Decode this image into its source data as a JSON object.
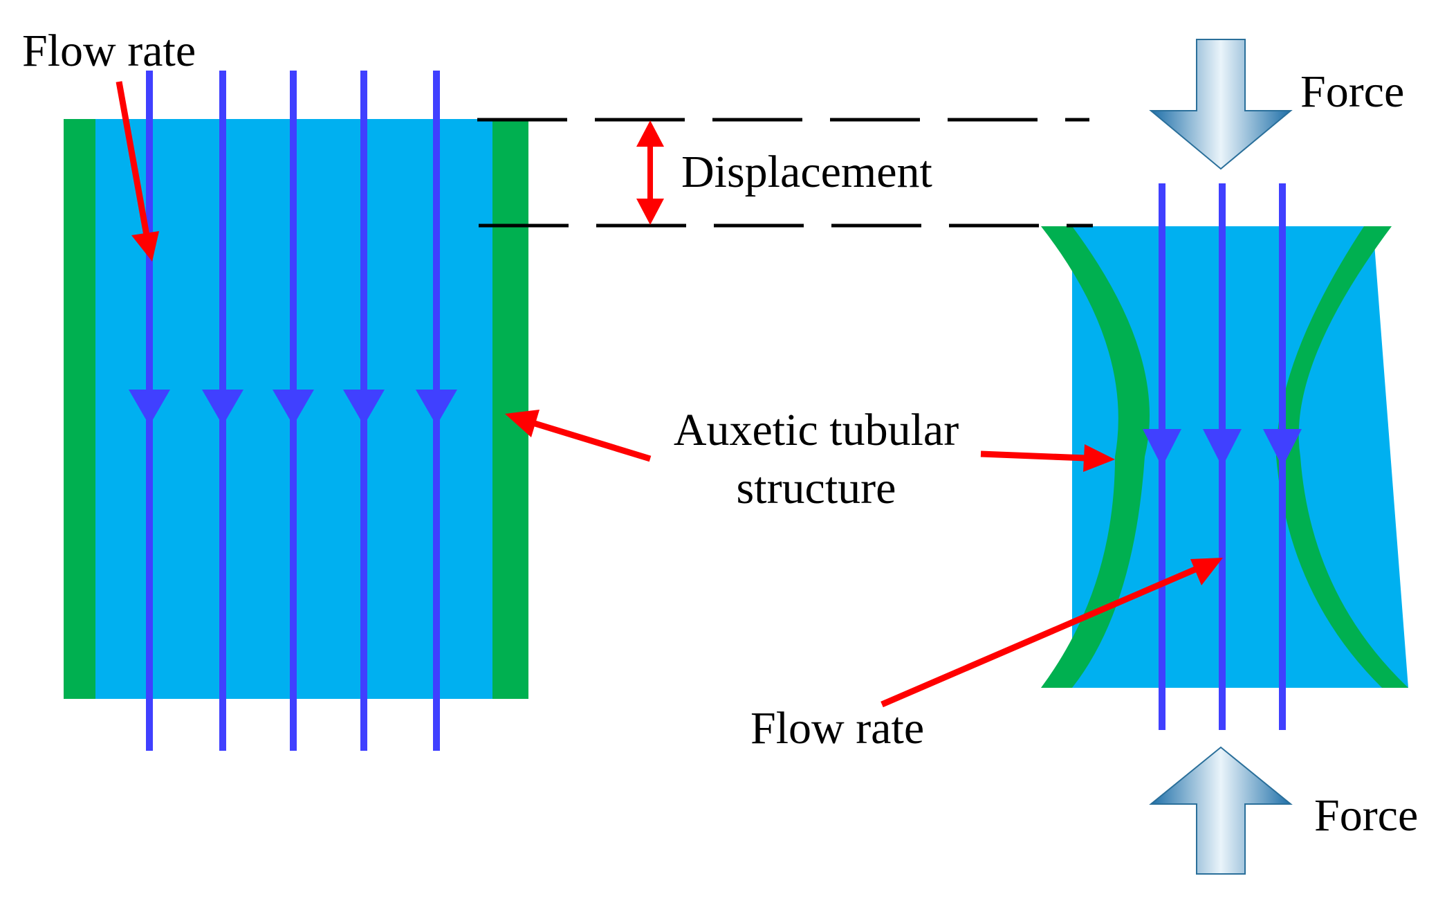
{
  "labels": {
    "flow_rate_left": "Flow rate",
    "flow_rate_right": "Flow rate",
    "displacement": "Displacement",
    "auxetic_line1": "Auxetic tubular",
    "auxetic_line2": "structure",
    "force_top": "Force",
    "force_bottom": "Force"
  },
  "colors": {
    "tube_wall": "#00b050",
    "fluid": "#00b0f0",
    "flow_line": "#4040ff",
    "pointer_arrow": "#ff0000",
    "force_arrow_edge": "#1f6fa8",
    "force_arrow_center": "#eaf4fa",
    "dash_line": "#000000"
  },
  "icons": {
    "force_top": "down-arrow-icon",
    "force_bottom": "up-arrow-icon",
    "displacement": "double-headed-arrow-icon"
  }
}
